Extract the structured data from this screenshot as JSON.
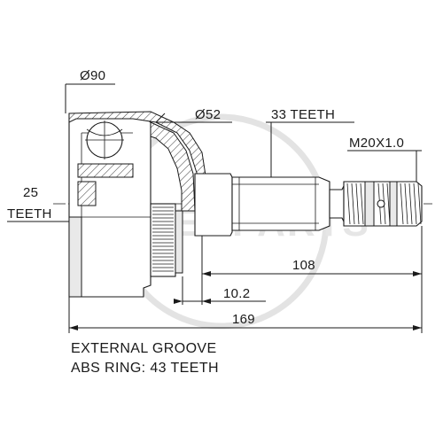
{
  "diagram": {
    "labels": {
      "d90": "Ø90",
      "d52": "Ø52",
      "outer_teeth": "33 TEETH",
      "thread": "M20X1.0",
      "inner_teeth_count": "25",
      "inner_teeth_word": "TEETH",
      "dim_108": "108",
      "dim_10_2": "10.2",
      "dim_169": "169"
    },
    "notes": {
      "line1": "EXTERNAL GROOVE",
      "line2": "ABS RING: 43 TEETH"
    },
    "watermark": "INTERPARTS"
  }
}
